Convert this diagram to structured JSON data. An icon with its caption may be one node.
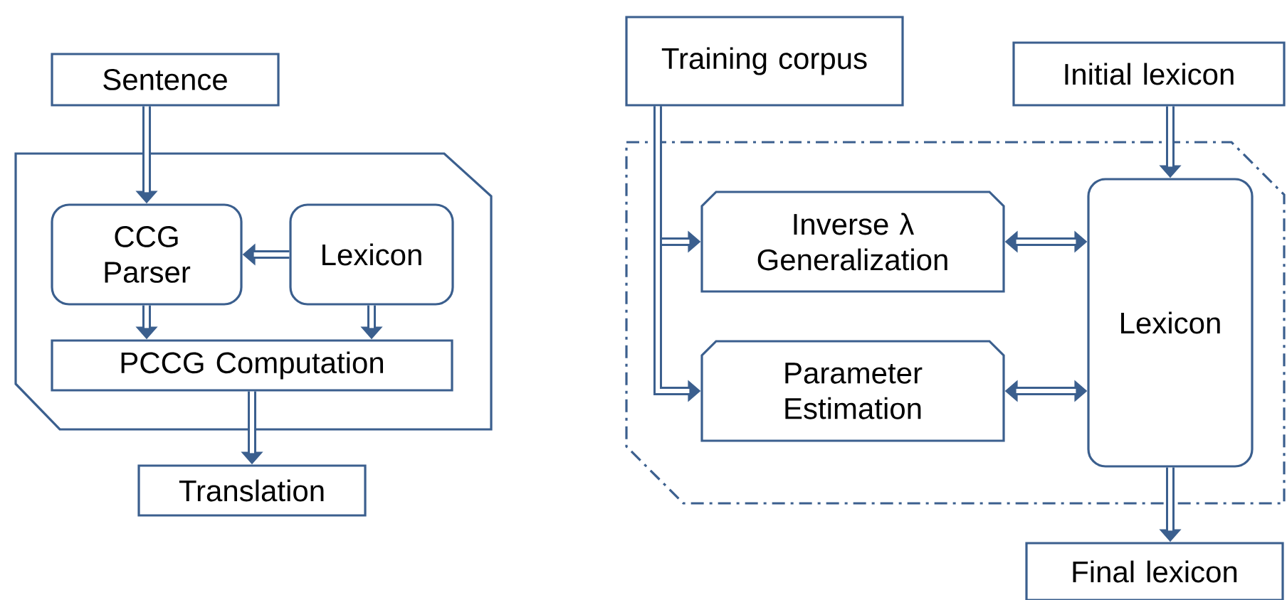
{
  "diagram": {
    "nodes": [
      {
        "text": [
          "Sentence"
        ]
      },
      {
        "text": [],
        "shape": "box"
      },
      {
        "text": [
          "CCG Parser"
        ],
        "in": 1
      },
      {
        "text": [
          "Lexicon"
        ],
        "in": 1
      },
      {
        "text": [
          "PCCG Computation"
        ],
        "in": 1
      },
      {
        "text": [
          "Translation"
        ]
      },
      {
        "text": [
          "Training corpus"
        ]
      },
      {
        "text": [
          "Initial lexicon"
        ]
      },
      {
        "text": [],
        "shape": "box"
      },
      {
        "text": [
          "Inverse λ Generalization"
        ],
        "in": 8
      },
      {
        "text": [
          "Parameter Estimation"
        ],
        "in": 8
      },
      {
        "text": [
          "Lexicon"
        ],
        "in": 8
      },
      {
        "text": [
          "Final lexicon"
        ]
      }
    ],
    "edges": [
      {
        "from": 0,
        "to": 2,
        "arrow": "to"
      },
      {
        "from": 3,
        "to": 2,
        "arrow": "to"
      },
      {
        "from": 2,
        "to": 4,
        "arrow": "to"
      },
      {
        "from": 3,
        "to": 4,
        "arrow": "to"
      },
      {
        "from": 4,
        "to": 5,
        "arrow": "to"
      },
      {
        "from": 6,
        "to": 9,
        "arrow": "to"
      },
      {
        "from": 6,
        "to": 10,
        "arrow": "to"
      },
      {
        "from": 7,
        "to": 11,
        "arrow": "to"
      },
      {
        "from": 9,
        "to": 11,
        "arrow": "both"
      },
      {
        "from": 10,
        "to": 11,
        "arrow": "both"
      },
      {
        "from": 11,
        "to": 12,
        "arrow": "to"
      }
    ]
  }
}
